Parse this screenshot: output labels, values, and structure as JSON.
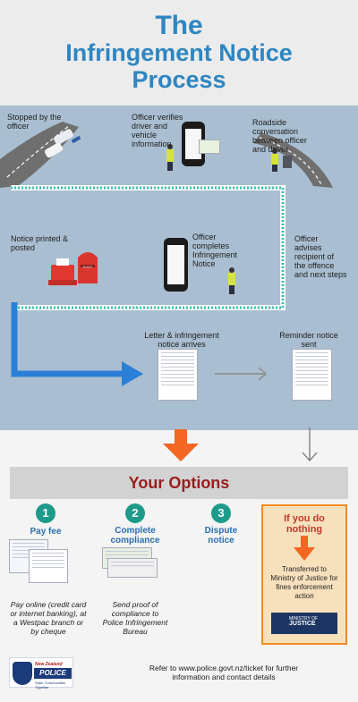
{
  "title": [
    "The",
    "Infringement Notice",
    "Process"
  ],
  "steps": {
    "stopped": "Stopped by the officer",
    "verifies": [
      "Officer verifies",
      "driver and",
      "vehicle",
      "information"
    ],
    "roadside": [
      "Roadside",
      "conversation",
      "between officer",
      "and driver"
    ],
    "printed": [
      "Notice printed &",
      "posted"
    ],
    "completes": [
      "Officer",
      "completes",
      "Infringement",
      "Notice"
    ],
    "advises": [
      "Officer",
      "advises",
      "recipient of",
      "the offence",
      "and next steps"
    ],
    "letter": [
      "Letter & infringement",
      "notice arrives"
    ],
    "reminder": [
      "Reminder notice",
      "sent"
    ]
  },
  "postbox_label": "POST",
  "options": {
    "heading": "Your Options",
    "items": [
      {
        "number": "1",
        "title": "Pay fee",
        "desc": [
          "Pay online (credit card",
          "or internet banking), at",
          "a Westpac branch or",
          "by cheque"
        ]
      },
      {
        "number": "2",
        "title": [
          "Complete",
          "compliance"
        ],
        "desc": [
          "Send proof of",
          "compliance to",
          "Police Infringement",
          "Bureau"
        ]
      },
      {
        "number": "3",
        "title": [
          "Dispute",
          "notice"
        ],
        "desc": []
      }
    ],
    "nothing": {
      "title": [
        "If you do",
        "nothing"
      ],
      "desc": [
        "Transferred to",
        "Ministry of Justice for",
        "fines enforcement",
        "action"
      ],
      "logo_small": "MINISTRY OF",
      "logo_big": "JUSTICE"
    }
  },
  "footer": {
    "logo_nz": "New Zealand",
    "logo_name": "POLICE",
    "logo_motto": "Safer Communities Together",
    "text": [
      "Refer to www.police.govt.nz/ticket for further",
      "information and contact details"
    ]
  },
  "colors": {
    "title_blue": "#2e86c1",
    "process_bg": "#a9bfd1",
    "flow_blue": "#2b7fd6",
    "dashed_teal": "#3bbcb0",
    "orange_arrow": "#f26722",
    "option_teal": "#1e9a8a",
    "heading_red": "#9b1c1c"
  }
}
